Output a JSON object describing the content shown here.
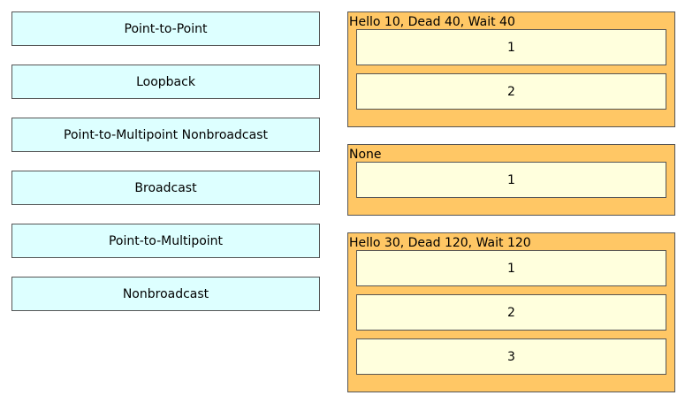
{
  "sources": [
    {
      "label": "Point-to-Point"
    },
    {
      "label": "Loopback"
    },
    {
      "label": "Point-to-Multipoint Nonbroadcast"
    },
    {
      "label": "Broadcast"
    },
    {
      "label": "Point-to-Multipoint"
    },
    {
      "label": "Nonbroadcast"
    }
  ],
  "targets": [
    {
      "label": "Hello 10, Dead 40, Wait 40",
      "slots": [
        "1",
        "2"
      ]
    },
    {
      "label": "None",
      "slots": [
        "1"
      ]
    },
    {
      "label": "Hello 30, Dead 120, Wait 120",
      "slots": [
        "1",
        "2",
        "3"
      ]
    }
  ]
}
